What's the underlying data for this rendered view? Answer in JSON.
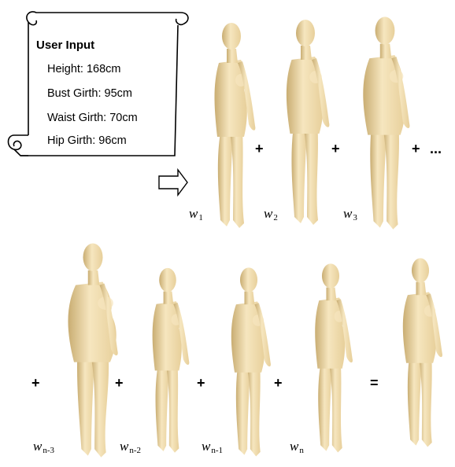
{
  "input_panel": {
    "title": "User Input",
    "lines": [
      "Height: 168cm",
      "Bust Girth: 95cm",
      "Waist Girth: 70cm",
      "Hip Girth: 96cm"
    ]
  },
  "operators": {
    "plus": "+",
    "ellipsis": "...",
    "equals": "="
  },
  "weights": [
    {
      "symbol": "w",
      "sub": "1"
    },
    {
      "symbol": "w",
      "sub": "2"
    },
    {
      "symbol": "w",
      "sub": "3"
    },
    {
      "symbol": "w",
      "sub": "n-3"
    },
    {
      "symbol": "w",
      "sub": "n-2"
    },
    {
      "symbol": "w",
      "sub": "n-1"
    },
    {
      "symbol": "w",
      "sub": "n"
    }
  ],
  "colors": {
    "body": "#e7cf9a",
    "body_shade": "#c9ad72",
    "body_highlight": "#f6e6bf"
  }
}
